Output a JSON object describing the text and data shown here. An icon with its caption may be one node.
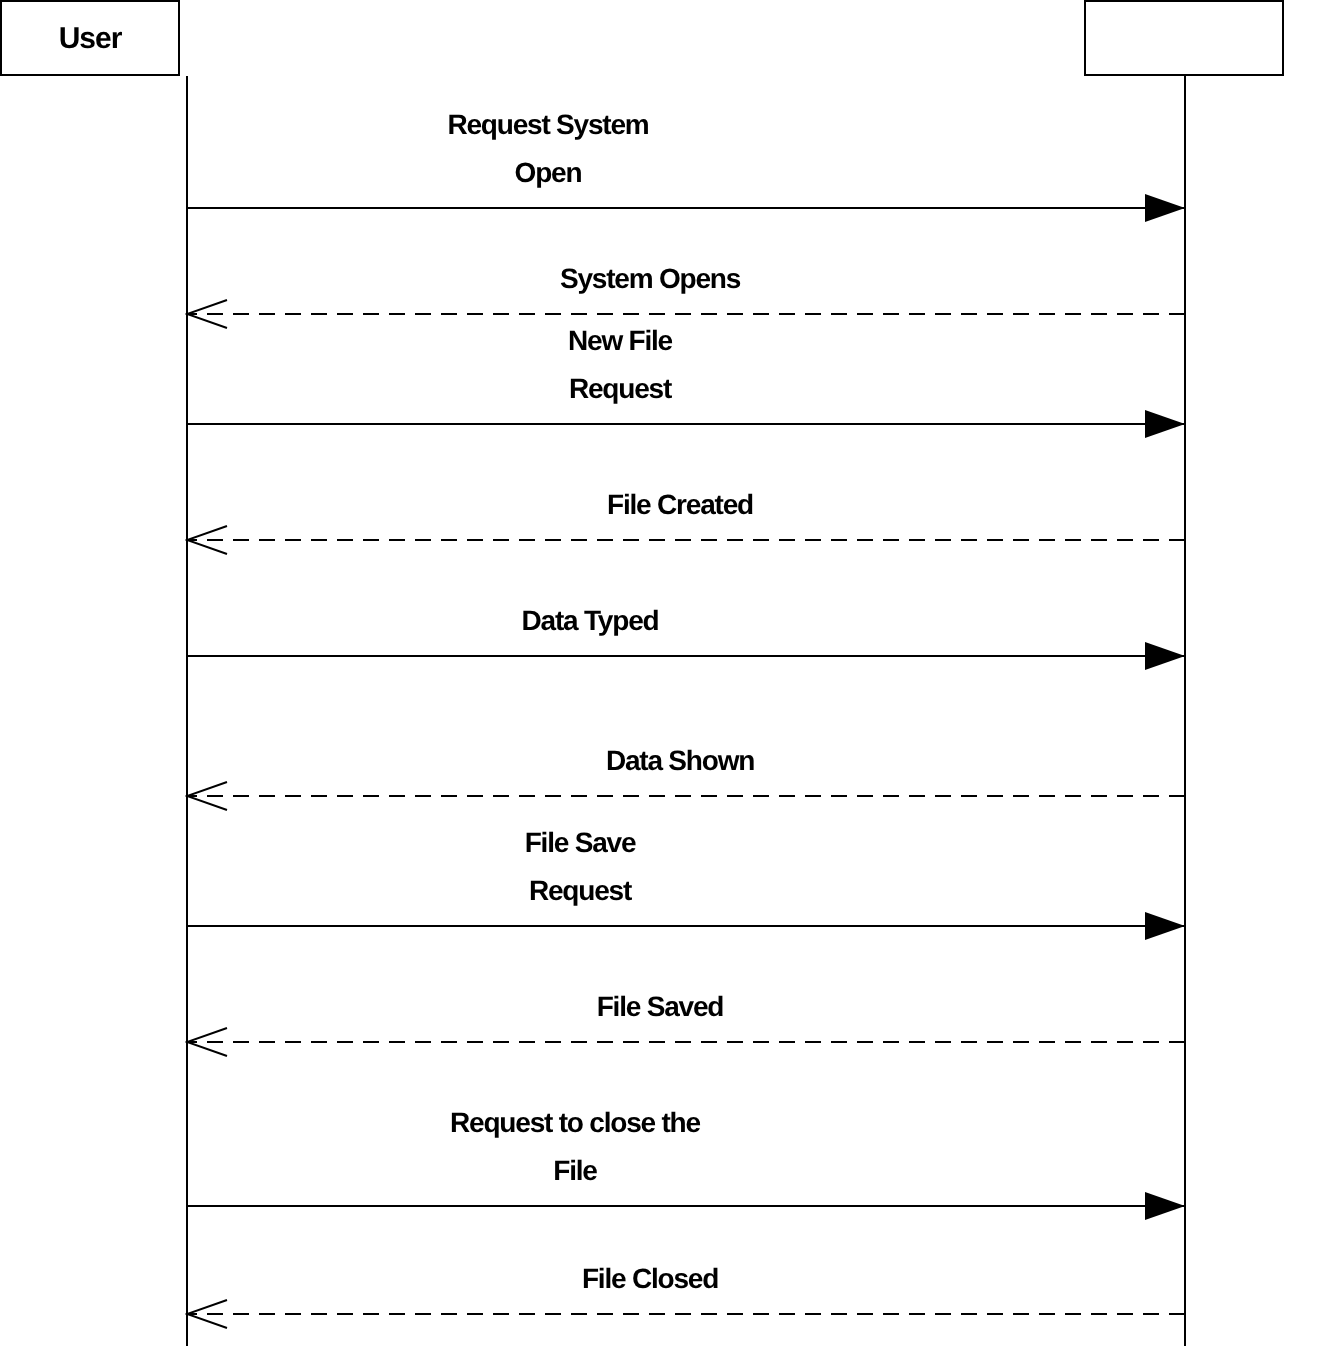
{
  "diagram": {
    "nodes": [
      {
        "text": [
          "User"
        ]
      },
      {
        "text": [],
        "shape": "box"
      }
    ],
    "edges": [
      {
        "from": 0,
        "to": 1,
        "arrow": "to",
        "label": "Request System Open"
      },
      {
        "from": 1,
        "to": 0,
        "arrow": "to",
        "label": "System Opens",
        "style": "dashed"
      },
      {
        "from": 0,
        "to": 1,
        "arrow": "to",
        "label": "New File Request"
      },
      {
        "from": 1,
        "to": 0,
        "arrow": "to",
        "label": "File Created",
        "style": "dashed"
      },
      {
        "from": 0,
        "to": 1,
        "arrow": "to",
        "label": "Data Typed"
      },
      {
        "from": 1,
        "to": 0,
        "arrow": "to",
        "label": "Data Shown",
        "style": "dashed"
      },
      {
        "from": 0,
        "to": 1,
        "arrow": "to",
        "label": "File Save Request"
      },
      {
        "from": 1,
        "to": 0,
        "arrow": "to",
        "label": "File Saved",
        "style": "dashed"
      },
      {
        "from": 0,
        "to": 1,
        "arrow": "to",
        "label": "Request to close the File"
      },
      {
        "from": 1,
        "to": 0,
        "arrow": "to",
        "label": "File Closed",
        "style": "dashed"
      }
    ]
  }
}
